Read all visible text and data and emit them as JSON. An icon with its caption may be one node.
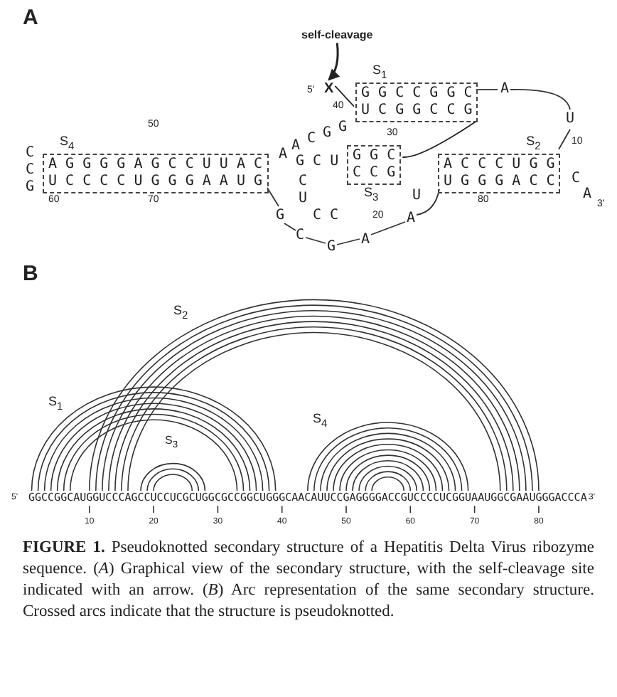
{
  "diagram": {
    "caption": "**FIGURE 1.** Pseudoknotted secondary structure of a Hepatitis Delta Virus ribozyme sequence. (*A*) Graphical view of the secondary structure, with the self-cleavage site indicated with an arrow. (*B*) Arc representation of the same secondary structure. Crossed arcs indicate that the structure is pseudoknotted.",
    "nodes": [
      {
        "text": [
          "self-cleavage"
        ]
      },
      {
        "text": [
          "X"
        ]
      },
      {
        "text": [
          "S$_{1}$",
          "G G C C G G C",
          "U C G G C C G"
        ]
      },
      {
        "text": [
          "S$_{4}$",
          "A G G G G A G C C U U A C",
          "U C C C C U G G G A A U G"
        ]
      },
      {
        "text": [
          "S$_{2}$",
          "A C C C U G G",
          "U G G G A C C"
        ]
      },
      {
        "text": [
          "G G C",
          "C C G",
          "S$_{3}$"
        ]
      }
    ],
    "edges": [
      {
        "from": 0,
        "to": 1,
        "arrow": "to"
      },
      {
        "from": 1,
        "to": 2,
        "arrow": "none"
      },
      {
        "from": 5,
        "to": 2,
        "arrow": "none"
      }
    ],
    "labels": [
      "A",
      "5'",
      "A",
      "40",
      "U",
      "G",
      "G",
      "C",
      "A",
      "A",
      "10",
      "50",
      "30",
      "G C U",
      "C",
      "U",
      "C C",
      "U",
      "20",
      "C",
      "C",
      "G",
      "C",
      "A",
      "3'",
      "G",
      "C",
      "G",
      "A",
      "A",
      "60",
      "70",
      "80",
      "B",
      "S$_{2}$",
      "S$_{1}$",
      "S$_{4}$",
      "S$_{3}$",
      "5'",
      "GGCCGGCAUGGUCCCAGCCUCCUCGCUGGCGCCGGCUGGGCAACAUUCCGAGGGGACCGUCCCCUCGGUAAUGGCGAAUGGGACCCA",
      "3'",
      "10",
      "20",
      "30",
      "40",
      "50",
      "60",
      "70",
      "80"
    ]
  }
}
